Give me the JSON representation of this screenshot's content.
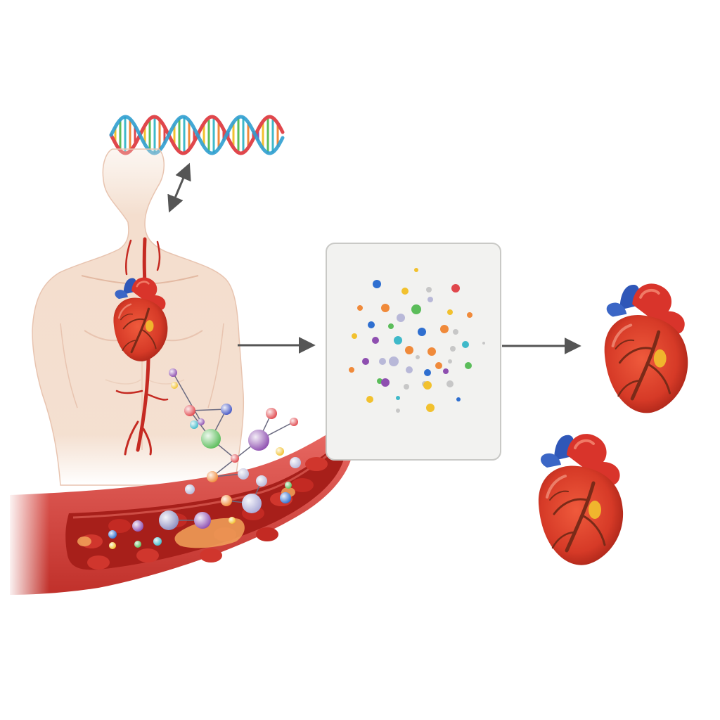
{
  "diagram": {
    "nodes": [
      {
        "id": "dna",
        "kind": "dna-helix"
      },
      {
        "id": "body",
        "kind": "human-torso-with-heart"
      },
      {
        "id": "vessel",
        "kind": "blood-vessel-with-molecules"
      },
      {
        "id": "scatter",
        "kind": "molecule-scatter-panel"
      },
      {
        "id": "heart-a",
        "kind": "heart"
      },
      {
        "id": "heart-b",
        "kind": "heart"
      }
    ],
    "edges": [
      {
        "from": "dna",
        "to": "body",
        "style": "double-arrow"
      },
      {
        "from": "body",
        "to": "scatter",
        "style": "arrow"
      },
      {
        "from": "scatter",
        "to": "heart-a",
        "style": "arrow"
      }
    ],
    "colors": {
      "artery_red": "#d9342b",
      "vein_blue": "#2f57b8",
      "skin": "#f3dccb",
      "vessel_dark": "#9e1c18",
      "panel_bg": "#f2f2f0",
      "panel_border": "#c9c9c6",
      "arrow": "#555555",
      "fat_yellow": "#f2c12e"
    },
    "dot_palette": [
      "#2f6fd0",
      "#e0474c",
      "#f2c12e",
      "#5bbd5a",
      "#8e4fb0",
      "#f08a3a",
      "#3fb9c9",
      "#b8b8d8",
      "#c7c7c7"
    ]
  }
}
